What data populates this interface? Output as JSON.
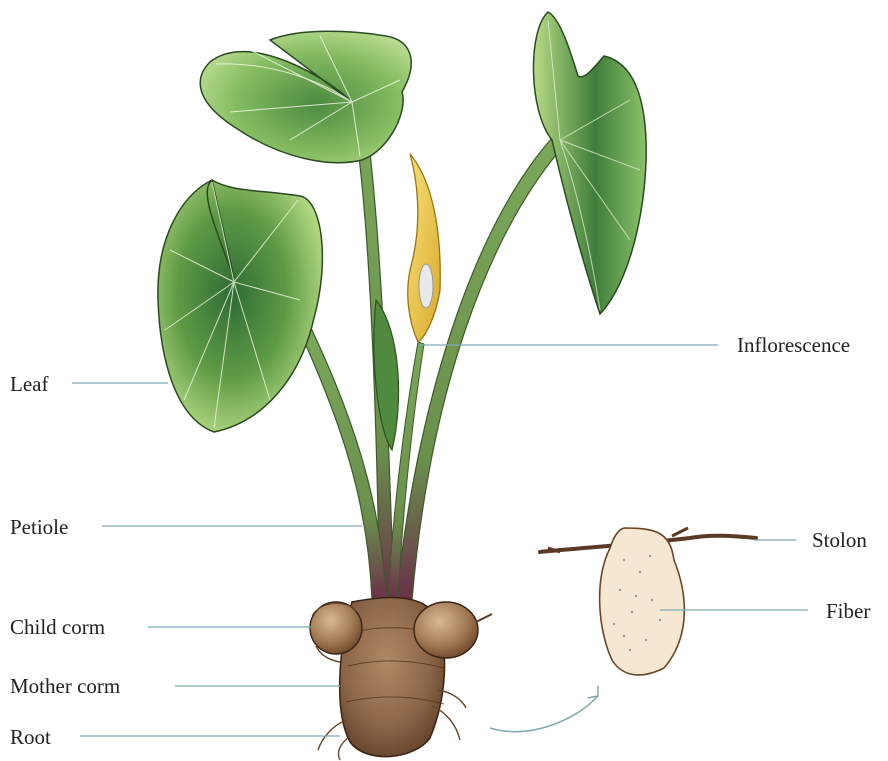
{
  "labels": {
    "leaf": "Leaf",
    "petiole": "Petiole",
    "child_corm": "Child corm",
    "mother_corm": "Mother corm",
    "root": "Root",
    "inflorescence": "Inflorescence",
    "stolon": "Stolon",
    "fiber": "Fiber"
  },
  "colors": {
    "leader_line": "#7fa9b3",
    "leaf_light": "#a9d27b",
    "leaf_dark": "#2f6b34",
    "petiole": "#6c9a4a",
    "petiole_base": "#6b2f4a",
    "corm": "#8a6446",
    "corm_dark": "#5a3a24",
    "spathe": "#f0d04a",
    "cross_section": "#f6e7d2"
  }
}
